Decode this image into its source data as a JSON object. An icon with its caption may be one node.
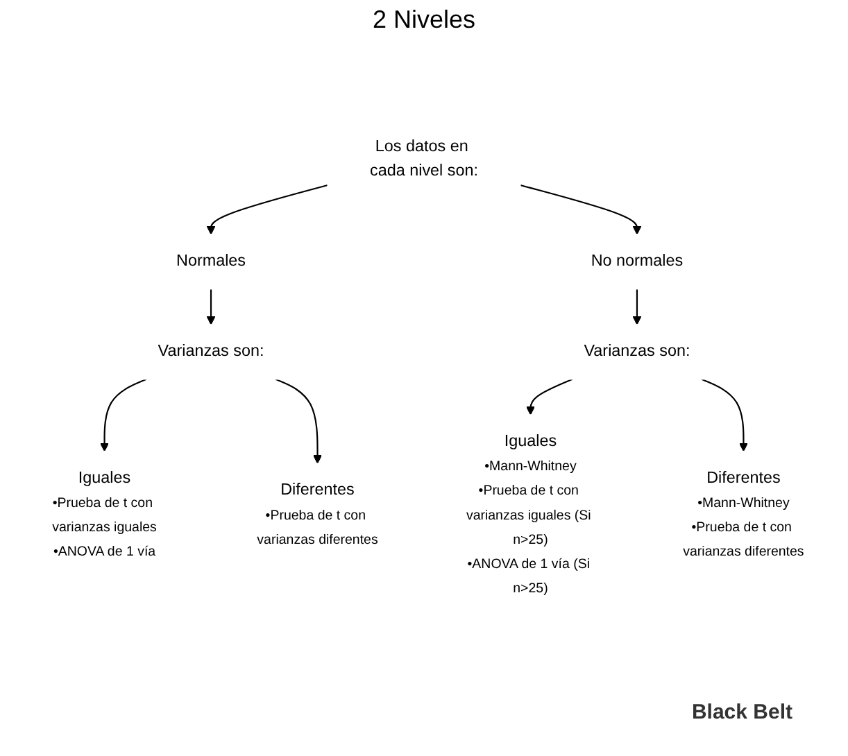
{
  "diagram": {
    "title": "2 Niveles",
    "nodes": [
      {
        "text": [
          "Los datos en cada nivel son:"
        ]
      },
      {
        "text": [
          "Normales"
        ]
      },
      {
        "text": [
          "No normales"
        ]
      },
      {
        "text": [
          "Varianzas son:"
        ]
      },
      {
        "text": [
          "Varianzas son:"
        ]
      },
      {
        "text": [
          "Iguales",
          "•Prueba de t con varianzas iguales",
          "•ANOVA de 1 vía"
        ]
      },
      {
        "text": [
          "Diferentes",
          "•Prueba de t con varianzas diferentes"
        ]
      },
      {
        "text": [
          "Iguales",
          "•Mann-Whitney",
          "•Prueba de t con varianzas iguales (Si n>25)",
          "•ANOVA de 1 vía (Si n>25)"
        ]
      },
      {
        "text": [
          "Diferentes",
          "•Mann-Whitney",
          "•Prueba de t con varianzas diferentes"
        ]
      }
    ],
    "edges": [
      {
        "from": 0,
        "to": 1,
        "arrow": "to"
      },
      {
        "from": 0,
        "to": 2,
        "arrow": "to"
      },
      {
        "from": 1,
        "to": 3,
        "arrow": "to"
      },
      {
        "from": 2,
        "to": 4,
        "arrow": "to"
      },
      {
        "from": 3,
        "to": 5,
        "arrow": "to"
      },
      {
        "from": 3,
        "to": 6,
        "arrow": "to"
      },
      {
        "from": 4,
        "to": 7,
        "arrow": "to"
      },
      {
        "from": 4,
        "to": 8,
        "arrow": "to"
      }
    ],
    "labels": [
      "Black Belt"
    ]
  }
}
